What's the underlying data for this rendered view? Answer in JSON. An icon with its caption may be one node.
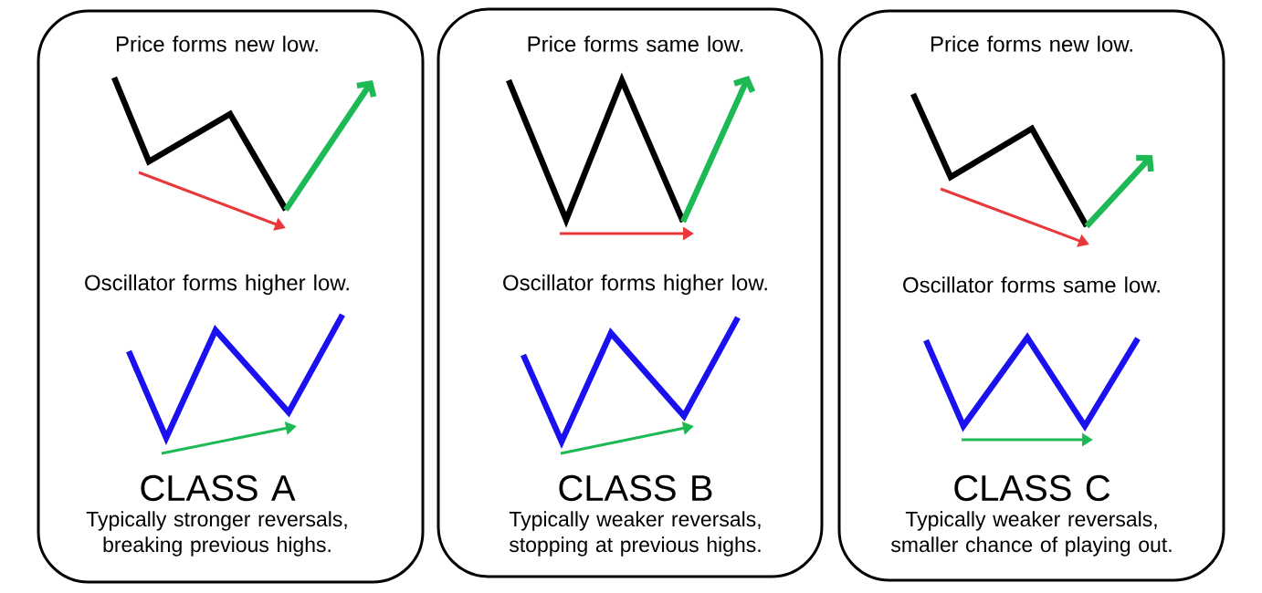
{
  "diagram": {
    "nodes": [
      {
        "text": [
          "Price forms new low.",
          "Oscillator forms higher low.",
          "CLASS A",
          "Typically stronger reversals, breaking previous highs."
        ]
      },
      {
        "text": [
          "Price forms same low.",
          "Oscillator forms higher low.",
          "CLASS B",
          "Typically weaker reversals, stopping at previous highs."
        ]
      },
      {
        "text": [
          "Price forms new low.",
          "Oscillator forms same low.",
          "CLASS C",
          "Typically weaker reversals, smaller chance of playing out."
        ]
      }
    ]
  }
}
